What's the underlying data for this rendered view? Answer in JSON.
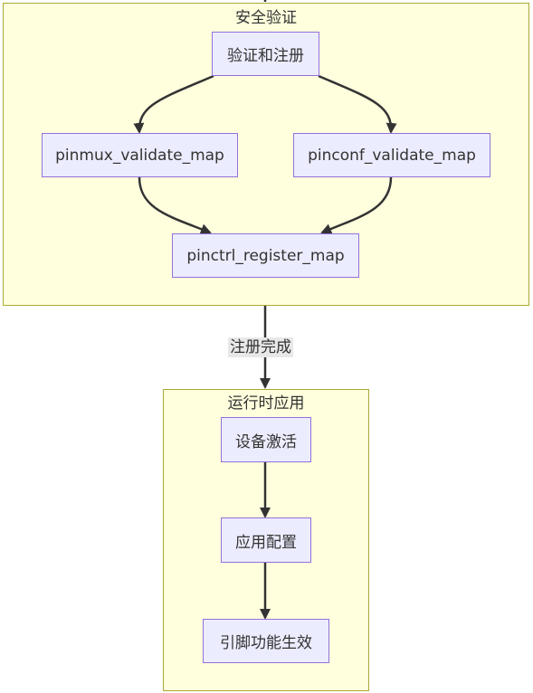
{
  "clusters": {
    "security": {
      "title": "安全验证"
    },
    "runtime": {
      "title": "运行时应用"
    }
  },
  "nodes": {
    "verify_register": "验证和注册",
    "pinmux_validate": "pinmux_validate_map",
    "pinconf_validate": "pinconf_validate_map",
    "pinctrl_register": "pinctrl_register_map",
    "device_activate": "设备激活",
    "apply_config": "应用配置",
    "pin_function_effective": "引脚功能生效"
  },
  "edges": {
    "registration_complete": "注册完成"
  },
  "colors": {
    "cluster_fill": "#ffffde",
    "cluster_border": "#aaaa33",
    "node_fill": "#ececff",
    "node_border": "#9370db",
    "edge": "#333333",
    "edge_label_bg": "#e8e8e8"
  }
}
